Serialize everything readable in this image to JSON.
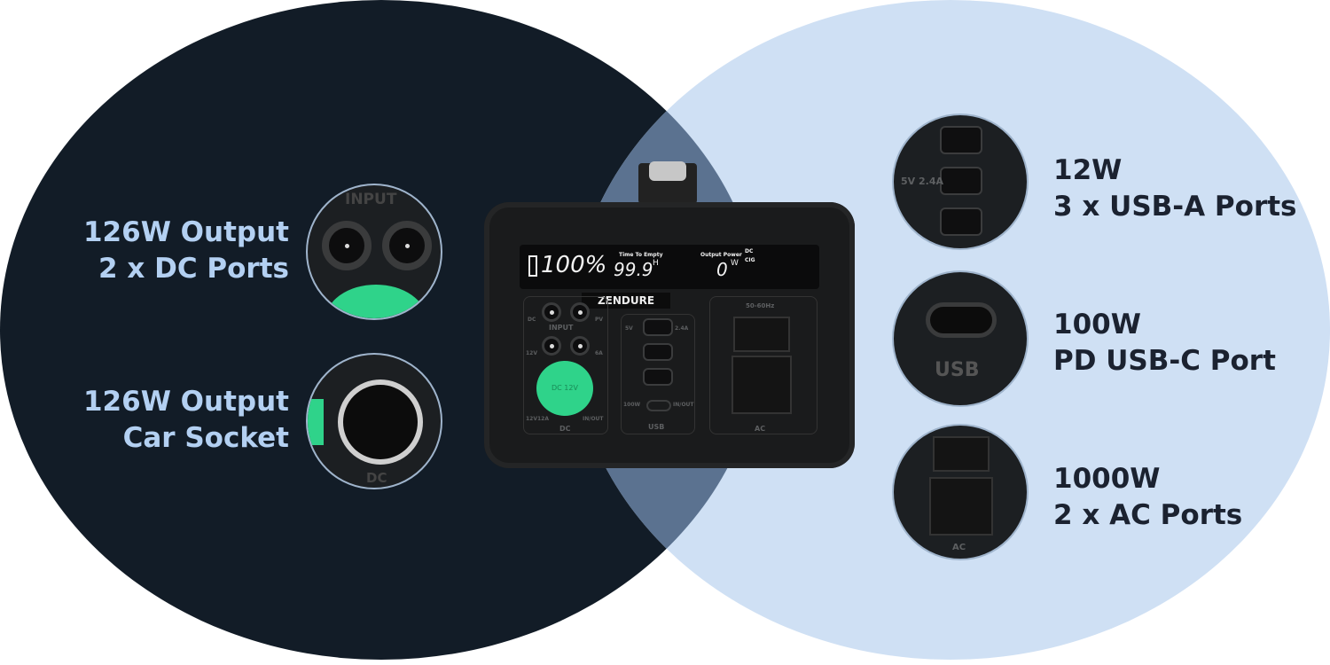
{
  "colors": {
    "dark_circle": "#121c27",
    "light_circle": "#cfe0f4",
    "overlap": "#5b7290",
    "accent_green": "#2fd38a",
    "left_text": "#b3d0f2",
    "right_text": "#1b2230"
  },
  "left_features": [
    {
      "line1": "126W Output",
      "line2": "2 x DC Ports",
      "inset_text": "INPUT"
    },
    {
      "line1": "126W Output",
      "line2": "Car Socket",
      "inset_text": "DC"
    }
  ],
  "right_features": [
    {
      "line1": "12W",
      "line2": "3 x USB-A Ports",
      "inset_text": "5V 2.4A"
    },
    {
      "line1": "100W",
      "line2": "PD USB-C Port",
      "inset_text": "USB"
    },
    {
      "line1": "1000W",
      "line2": "2 x AC Ports",
      "inset_text": "AC"
    }
  ],
  "device": {
    "brand": "ZENDURE",
    "display": {
      "battery": "100%",
      "time_label": "Time To Empty",
      "time_value": "99.9",
      "time_unit": "H",
      "power_label": "Output Power",
      "power_value": "0",
      "power_unit": "W",
      "mode1": "DC",
      "mode2": "CIG"
    },
    "input": {
      "label": "INPUT",
      "dc": "DC",
      "pv": "PV",
      "v12": "12V",
      "a6": "6A"
    },
    "dc": {
      "label": "DC",
      "rating": "12V12A",
      "inout": "IN/OUT",
      "cap": "DC  12V"
    },
    "usb": {
      "label": "USB",
      "volt": "5V",
      "amp": "2.4A",
      "c_power": "100W",
      "c_inout": "IN/OUT"
    },
    "ac": {
      "label": "AC",
      "freq": "50-60Hz"
    }
  }
}
